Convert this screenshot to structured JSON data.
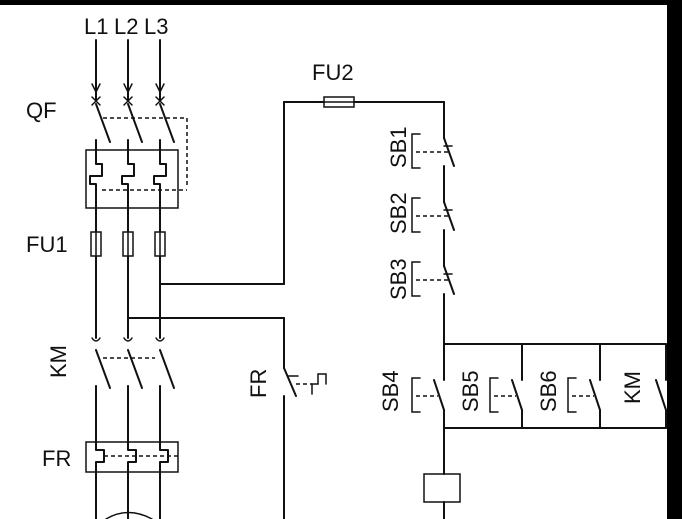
{
  "labels": {
    "l1": "L1",
    "l2": "L2",
    "l3": "L3",
    "qf": "QF",
    "fu1": "FU1",
    "km_main": "KM",
    "fr_main": "FR",
    "fu2": "FU2",
    "fr_contact": "FR",
    "sb1": "SB1",
    "sb2": "SB2",
    "sb3": "SB3",
    "sb4": "SB4",
    "sb5": "SB5",
    "sb6": "SB6",
    "km_aux": "KM"
  },
  "colors": {
    "line": "#111111",
    "background": "#ffffff",
    "frame": "#000000"
  }
}
